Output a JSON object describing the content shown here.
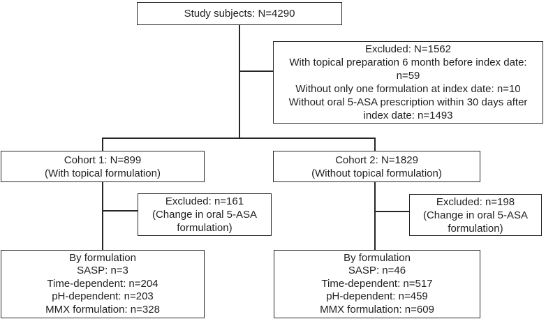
{
  "colors": {
    "background": "#ffffff",
    "box_fill": "#ffffff",
    "border": "#262626",
    "text": "#1f1f1f"
  },
  "flowchart": {
    "study": {
      "lines": [
        "Study subjects: N=4290"
      ]
    },
    "excluded_main": {
      "lines": [
        "Excluded: N=1562",
        "With topical preparation 6 month before index date: n=59",
        "Without only one formulation at index date: n=10",
        "Without oral 5-ASA prescription within 30 days after index date: n=1493"
      ]
    },
    "cohort1": {
      "lines": [
        "Cohort 1: N=899",
        "(With topical formulation)"
      ]
    },
    "cohort2": {
      "lines": [
        "Cohort 2: N=1829",
        "(Without topical formulation)"
      ]
    },
    "excluded_cohort1": {
      "lines": [
        "Excluded: n=161",
        "(Change in oral 5-ASA formulation)"
      ]
    },
    "excluded_cohort2": {
      "lines": [
        "Excluded: n=198",
        "(Change in oral 5-ASA formulation)"
      ]
    },
    "formulation_cohort1": {
      "lines": [
        "By formulation",
        "SASP: n=3",
        "Time-dependent: n=204",
        "pH-dependent: n=203",
        "MMX formulation: n=328"
      ]
    },
    "formulation_cohort2": {
      "lines": [
        "By formulation",
        "SASP: n=46",
        "Time-dependent: n=517",
        "pH-dependent: n=459",
        "MMX formulation: n=609"
      ]
    }
  }
}
